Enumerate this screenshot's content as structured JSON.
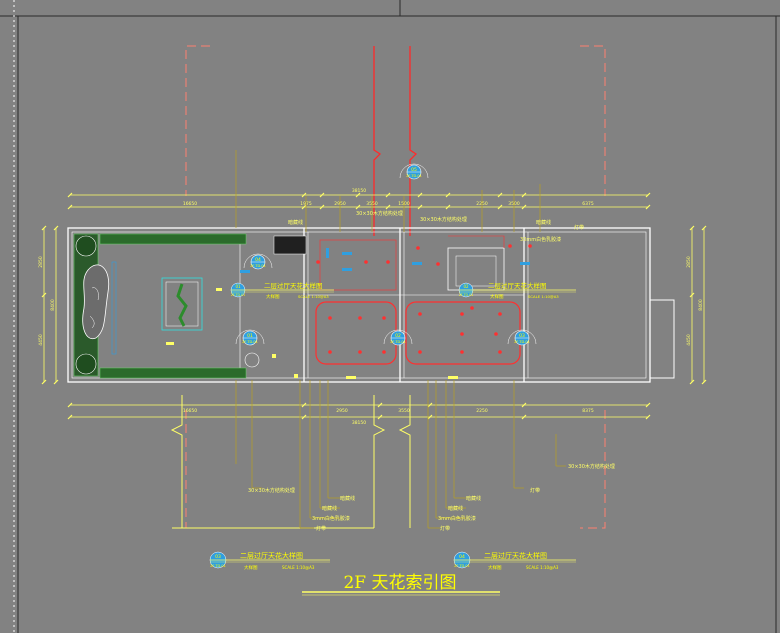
{
  "colors": {
    "background": "#828282",
    "wall": "#ffffff",
    "dim": "#ffff66",
    "leader": "#b8a022",
    "tag": "#2f9fe0",
    "red": "#ff3030",
    "salmon": "#ff8070",
    "green": "#2c8c2c",
    "cyan": "#30e0e0",
    "title": "#ffff00"
  },
  "drawing": {
    "title": "2F 天花索引图",
    "overall_top": "38150",
    "overall_bottom": "38150",
    "top_segments": [
      "16650",
      "1975",
      "2950",
      "3550",
      "1500",
      "2250",
      "3500",
      "6375"
    ],
    "bottom_segments": [
      "16650",
      "2950",
      "3550",
      "2250",
      "8375"
    ],
    "left_segments": [
      "2850",
      "4450"
    ],
    "right_segments": [
      "2850",
      "4450"
    ],
    "left_total": "8400",
    "right_total": "8400"
  },
  "labels": {
    "top_leader_1": "暗藏线",
    "top_leader_2": "30×30木方结构处理",
    "top_leader_3": "30×30木方结构处理",
    "top_leader_4": "暗藏线",
    "top_leader_5": "30mm白色乳胶漆",
    "top_leader_6": "灯带",
    "bl_leader_1": "暗藏线",
    "bl_leader_2": "暗藏线",
    "bl_leader_3": "3mm白色乳胶漆",
    "bl_leader_4": "30×30木方结构处理",
    "bl_leader_5": "灯带",
    "bm_leader_1": "暗藏线",
    "bm_leader_2": "暗藏线",
    "bm_leader_3": "3mm白色乳胶漆",
    "bm_leader_4": "灯带",
    "br_leader_1": "30×30木方结构处理",
    "br_leader_2": "灯带"
  },
  "tags": [
    {
      "num": "04",
      "ref": "2F-TD-01"
    },
    {
      "num": "01",
      "ref": "2F-TD-01"
    },
    {
      "num": "02",
      "ref": "2F-TD-01"
    },
    {
      "num": "03",
      "ref": "2F-TD-01"
    },
    {
      "num": "05",
      "ref": "2F-TD-01"
    }
  ],
  "callouts": [
    {
      "num": "01",
      "ref": "2F-TD-01",
      "title": "二层过厅天花大样图",
      "sub": "大样图",
      "scale": "SCALE 1:10@A3"
    },
    {
      "num": "02",
      "ref": "2F-TD-01",
      "title": "二层过厅天花大样图",
      "sub": "大样图",
      "scale": "SCALE 1:10@A3"
    },
    {
      "num": "03",
      "ref": "2F-TD-01",
      "title": "二层过厅天花大样图",
      "sub": "大样图",
      "scale": "SCALE 1:10@A3"
    },
    {
      "num": "04",
      "ref": "2F-TD-01",
      "title": "二层过厅天花大样图",
      "sub": "大样图",
      "scale": "SCALE 1:10@A3"
    }
  ]
}
